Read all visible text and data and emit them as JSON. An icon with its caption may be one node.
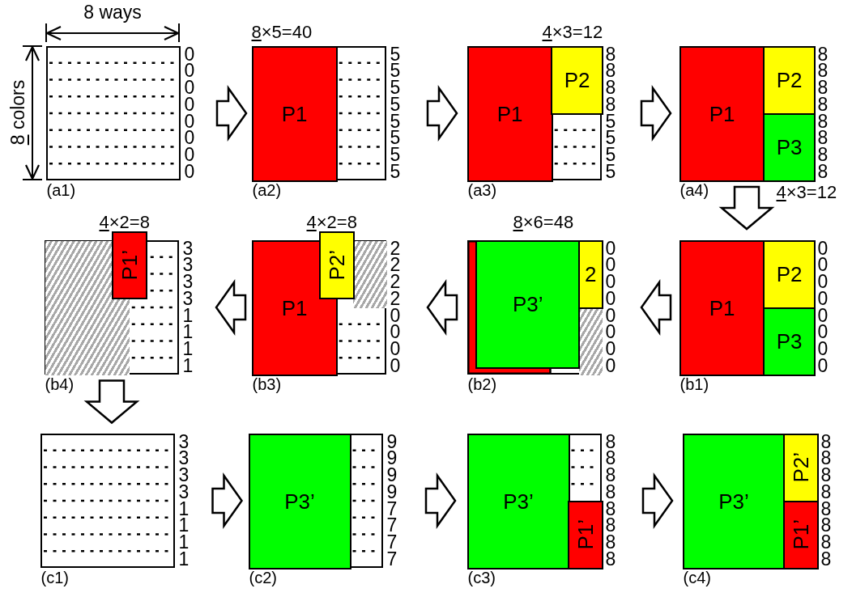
{
  "diagram": {
    "nodes": [
      {
        "text": [],
        "shape": "box",
        "beside": [
          "(a1)",
          "0",
          "0",
          "0",
          "0",
          "0",
          "0",
          "0",
          "0"
        ]
      },
      {
        "text": [],
        "shape": "box",
        "beside": [
          "(a2)",
          "5",
          "5",
          "5",
          "5",
          "5",
          "5",
          "5",
          "5",
          "8×5=40"
        ]
      },
      {
        "text": [
          "P1"
        ],
        "in": 1
      },
      {
        "text": [],
        "shape": "box",
        "beside": [
          "(a3)",
          "8",
          "8",
          "8",
          "8",
          "5",
          "5",
          "5",
          "5",
          "4×3=12"
        ]
      },
      {
        "text": [
          "P1"
        ],
        "in": 3
      },
      {
        "text": [
          "P2"
        ],
        "in": 3
      },
      {
        "text": [],
        "shape": "box",
        "beside": [
          "(a4)",
          "8",
          "8",
          "8",
          "8",
          "8",
          "8",
          "8",
          "8",
          "4×3=12"
        ]
      },
      {
        "text": [
          "P1"
        ],
        "in": 6
      },
      {
        "text": [
          "P2"
        ],
        "in": 6
      },
      {
        "text": [
          "P3"
        ],
        "in": 6
      },
      {
        "text": [],
        "shape": "box",
        "beside": [
          "(b1)",
          "0",
          "0",
          "0",
          "0",
          "0",
          "0",
          "0",
          "0"
        ]
      },
      {
        "text": [
          "P1"
        ],
        "in": 10
      },
      {
        "text": [
          "P2"
        ],
        "in": 10
      },
      {
        "text": [
          "P3"
        ],
        "in": 10
      },
      {
        "text": [],
        "shape": "box",
        "beside": [
          "(b2)",
          "0",
          "0",
          "0",
          "0",
          "0",
          "0",
          "0",
          "0",
          "8×6=48"
        ]
      },
      {
        "text": [
          "2"
        ],
        "in": 14
      },
      {
        "text": [
          "P3’"
        ],
        "in": 14
      },
      {
        "text": [],
        "shape": "box",
        "beside": [
          "(b3)",
          "2",
          "2",
          "2",
          "2",
          "0",
          "0",
          "0",
          "0",
          "4×2=8"
        ]
      },
      {
        "text": [
          "P1"
        ],
        "in": 17
      },
      {
        "text": [
          "P2’"
        ],
        "in": 17
      },
      {
        "text": [],
        "shape": "box",
        "beside": [
          "(b4)",
          "3",
          "3",
          "3",
          "3",
          "1",
          "1",
          "1",
          "1",
          "4×2=8"
        ]
      },
      {
        "text": [
          "P1’"
        ],
        "in": 20
      },
      {
        "text": [],
        "shape": "box",
        "beside": [
          "(c1)",
          "3",
          "3",
          "3",
          "3",
          "1",
          "1",
          "1",
          "1"
        ]
      },
      {
        "text": [],
        "shape": "box",
        "beside": [
          "(c2)",
          "9",
          "9",
          "9",
          "9",
          "7",
          "7",
          "7",
          "7"
        ]
      },
      {
        "text": [
          "P3’"
        ],
        "in": 23
      },
      {
        "text": [],
        "shape": "box",
        "beside": [
          "(c3)",
          "8",
          "8",
          "8",
          "8",
          "8",
          "8",
          "8",
          "8"
        ]
      },
      {
        "text": [
          "P3’"
        ],
        "in": 25
      },
      {
        "text": [
          "P1’"
        ],
        "in": 25
      },
      {
        "text": [],
        "shape": "box",
        "beside": [
          "(c4)",
          "8",
          "8",
          "8",
          "8",
          "8",
          "8",
          "8",
          "8"
        ]
      },
      {
        "text": [
          "P3’"
        ],
        "in": 28
      },
      {
        "text": [
          "P2’"
        ],
        "in": 28
      },
      {
        "text": [
          "P1’"
        ],
        "in": 28
      },
      {
        "text": [],
        "shape": "box",
        "in": 14
      },
      {
        "text": [],
        "shape": "box",
        "in": 17
      },
      {
        "text": [],
        "shape": "box",
        "in": 20
      }
    ],
    "edges": [
      {
        "from": 0,
        "to": 1,
        "arrow": "to"
      },
      {
        "from": 1,
        "to": 3,
        "arrow": "to"
      },
      {
        "from": 3,
        "to": 6,
        "arrow": "to"
      },
      {
        "from": 6,
        "to": 10,
        "arrow": "to"
      },
      {
        "from": 10,
        "to": 14,
        "arrow": "to"
      },
      {
        "from": 14,
        "to": 17,
        "arrow": "to"
      },
      {
        "from": 17,
        "to": 20,
        "arrow": "to"
      },
      {
        "from": 20,
        "to": 22,
        "arrow": "to"
      },
      {
        "from": 22,
        "to": 23,
        "arrow": "to"
      },
      {
        "from": 23,
        "to": 25,
        "arrow": "to"
      },
      {
        "from": 25,
        "to": 28,
        "arrow": "to"
      }
    ],
    "labels": [
      "8 ways",
      "8 colors"
    ]
  }
}
